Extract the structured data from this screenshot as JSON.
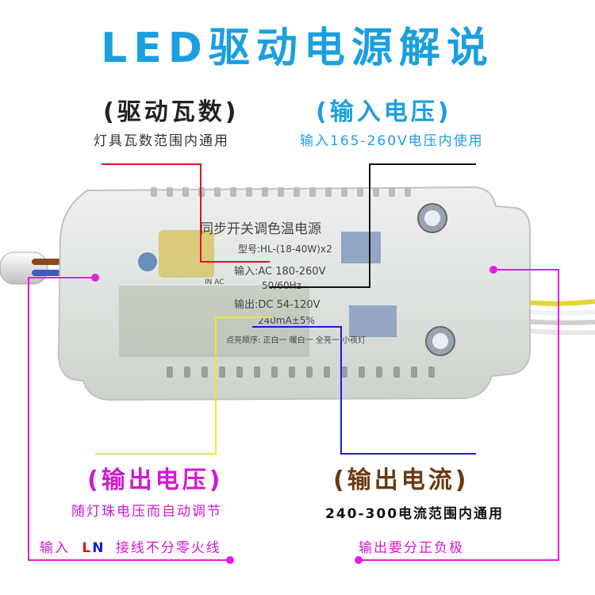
{
  "title": "LED驱动电源解说",
  "watt": {
    "heading": "(驱动瓦数)",
    "desc": "灯具瓦数范围内通用"
  },
  "input_voltage": {
    "heading": "(输入电压)",
    "desc": "输入165-260V电压内使用"
  },
  "output_voltage": {
    "heading": "(输出电压)",
    "desc": "随灯珠电压而自动调节"
  },
  "output_current": {
    "heading": "(输出电流)",
    "desc": "240-300电流范围内通用",
    "note": "输出要分正负极"
  },
  "input_wiring": {
    "prefix": "输入",
    "l": "L",
    "n": "N",
    "suffix": "接线不分零火线"
  },
  "label_on_device": {
    "line1": "同步开关调色温电源",
    "line2": "型号:HL-(18-40W)x2",
    "line3": "输入:AC 180-260V",
    "line4": "50/60Hz",
    "line5": "输出:DC 54-120V",
    "line6": "240mA±5%",
    "line7": "点亮顺序: 正白一 暖白一 全亮一 小夜灯",
    "in_ac": "IN AC"
  },
  "colors": {
    "title": "#1a9fe0",
    "watt_heading": "#222222",
    "input_heading": "#1a9fe0",
    "output_v_heading": "#d01ad0",
    "output_c_heading": "#6a3a10",
    "red_line": "#e0102a",
    "black_line": "#111111",
    "yellow_line": "#e8e830",
    "blue_line": "#1a1adc",
    "magenta_line": "#e020e0",
    "l_color": "#e0102a",
    "n_color": "#1a1adc"
  }
}
